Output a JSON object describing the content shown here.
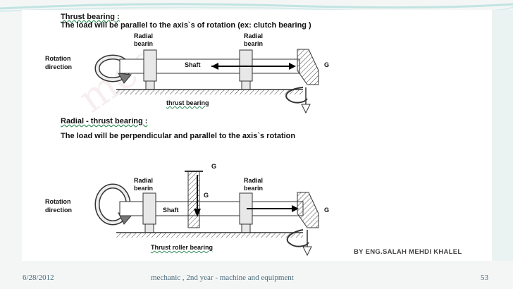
{
  "slide": {
    "heading1": "Thrust bearing :",
    "sentence1": "The load will be parallel to the axis`s of rotation (ex: clutch bearing )",
    "heading2": "Radial - thrust bearing :",
    "sentence2": "The load will be perpendicular and parallel to the axis`s rotation",
    "watermark_text": "mec",
    "credit": "BY ENG.SALAH MEHDI KHALEL"
  },
  "diagram1": {
    "radial_label_1_line1": "Radial",
    "radial_label_1_line2": "bearin",
    "radial_label_2_line1": "Radial",
    "radial_label_2_line2": "bearin",
    "rotation_line1": "Rotation",
    "rotation_line2": "direction",
    "shaft": "Shaft",
    "gear": "G",
    "bottom_label": "thrust bearing"
  },
  "diagram2": {
    "radial_label_1_line1": "Radial",
    "radial_label_1_line2": "bearin",
    "radial_label_2_line1": "Radial",
    "radial_label_2_line2": "bearin",
    "rotation_line1": "Rotation",
    "rotation_line2": "direction",
    "shaft": "Shaft",
    "gear_top": "G",
    "gear_mid": "G",
    "gear_right": "G",
    "bottom_label": "Thrust roller bearing"
  },
  "footer": {
    "date": "6/28/2012",
    "title": "mechanic , 2nd year - machine and equipment",
    "page": "53"
  },
  "colors": {
    "accent_teal": "#8fd0cc",
    "footer_text": "#4a6a7a",
    "underline": "#2e8b57"
  }
}
